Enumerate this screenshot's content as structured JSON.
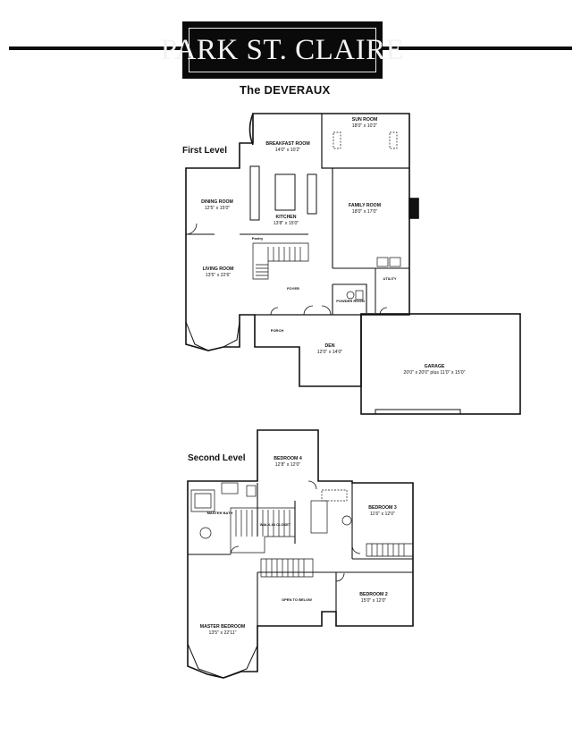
{
  "brand": {
    "logo_text": "PARK ST. CLAIRE"
  },
  "model_title": "The  DEVERAUX",
  "levels": {
    "first": "First Level",
    "second": "Second Level"
  },
  "first_level_rooms": {
    "sun_room": {
      "name": "SUN ROOM",
      "size": "18'0\" x 10'2\""
    },
    "breakfast_room": {
      "name": "BREAKFAST ROOM",
      "size": "14'0\" x 10'2\""
    },
    "dining_room": {
      "name": "DINING ROOM",
      "size": "12'5\" x 15'0\""
    },
    "kitchen": {
      "name": "KITCHEN",
      "size": "13'8\" x 15'0\""
    },
    "family_room": {
      "name": "FAMILY ROOM",
      "size": "18'0\" x 17'0\""
    },
    "living_room": {
      "name": "LIVING ROOM",
      "size": "13'5\" x 22'6\""
    },
    "foyer": "FOYER",
    "powder_room": "POWDER ROOM",
    "utility": "UTILITY",
    "porch": "PORCH",
    "pantry": "Pantry",
    "den": {
      "name": "DEN",
      "size": "12'0\" x 14'0\""
    },
    "garage": {
      "name": "GARAGE",
      "size": "20'0\" x 20'0\"  plus 11'0\" x 15'0\""
    }
  },
  "second_level_rooms": {
    "bedroom_4": {
      "name": "BEDROOM 4",
      "size": "12'8\" x 12'0\""
    },
    "master_bath": "MASTER BATH",
    "walk_in_closet": "WALK-IN CLOSET",
    "bedroom_3": {
      "name": "BEDROOM 3",
      "size": "11'6\" x 12'0\""
    },
    "open_to_below": "OPEN TO BELOW",
    "bedroom_2": {
      "name": "BEDROOM 2",
      "size": "15'0\" x 12'0\""
    },
    "master_bedroom": {
      "name": "MASTER BEDROOM",
      "size": "13'5\" x 22'11\""
    }
  }
}
